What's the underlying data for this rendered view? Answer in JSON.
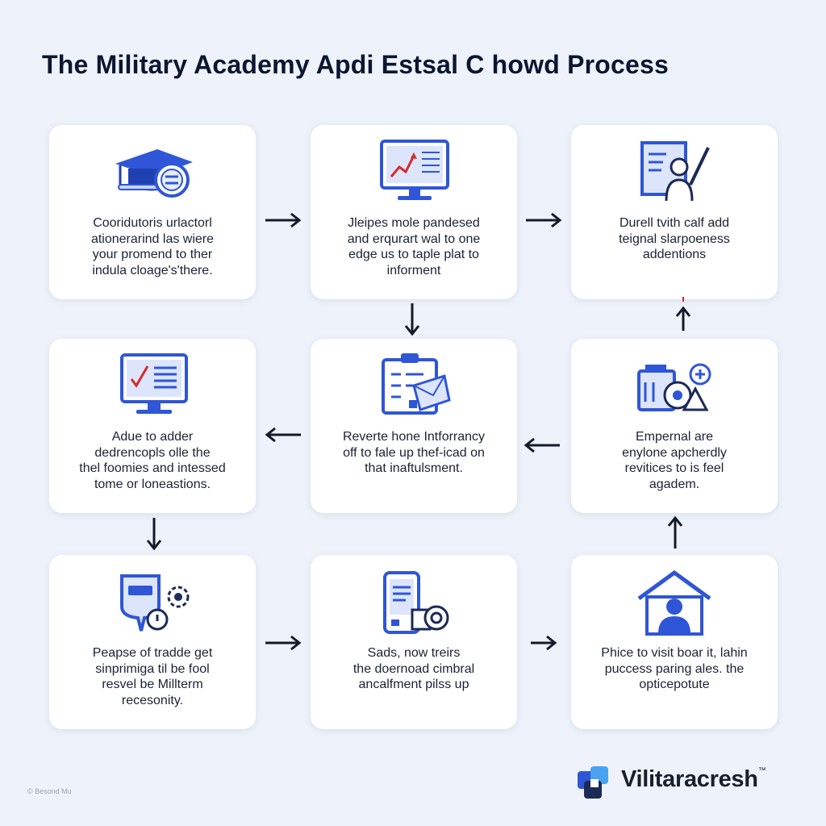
{
  "title": "The Military Academy Apdi Estsal C howd Process",
  "cards": [
    {
      "icon": "graduation-cap-icon",
      "lines": [
        "Cooridutoris urlactorl",
        "ationerarind las wiere",
        "your promend to ther",
        "indula cloage's'there."
      ]
    },
    {
      "icon": "monitor-chart-icon",
      "lines": [
        "Jleipes mole pandesed",
        "and erqurart wal to one",
        "edge us to taple plat to",
        "informent"
      ]
    },
    {
      "icon": "presenter-board-icon",
      "lines": [
        "Durell tvith calf add",
        "teignal slarpoeness",
        "addentions"
      ]
    },
    {
      "icon": "monitor-checklist-icon",
      "lines": [
        "Adue to adder",
        "dedrencopls olle the",
        "thel foomies and intessed",
        "tome or loneastions."
      ]
    },
    {
      "icon": "clipboard-envelope-icon",
      "lines": [
        "Reverte hone Intforrancy",
        "off to fale up thef-icad on",
        "that inaftulsment."
      ]
    },
    {
      "icon": "equipment-gear-icon",
      "lines": [
        "Empernal are",
        "enylone apcherdly",
        "revitices to is feel",
        "agadem."
      ]
    },
    {
      "icon": "badge-gear-icon",
      "lines": [
        "Peapse of tradde get",
        "sinprimiga til be fool",
        "resvel be Millterm",
        "recesonity."
      ]
    },
    {
      "icon": "phone-document-icon",
      "lines": [
        "Sads, now treirs",
        "the doernoad cimbral",
        "ancalfment pilss up"
      ]
    },
    {
      "icon": "house-person-icon",
      "lines": [
        "Phice to visit boar it, lahin",
        "puccess paring ales. the",
        "opticepotute"
      ]
    }
  ],
  "brand": {
    "name": "Vilitaracresh",
    "tm": "™"
  },
  "footer": "© Besond Mu",
  "colors": {
    "accent": "#2f56d6",
    "arrow": "#141a2b",
    "card": "#ffffff",
    "background": "#eef3fb"
  }
}
